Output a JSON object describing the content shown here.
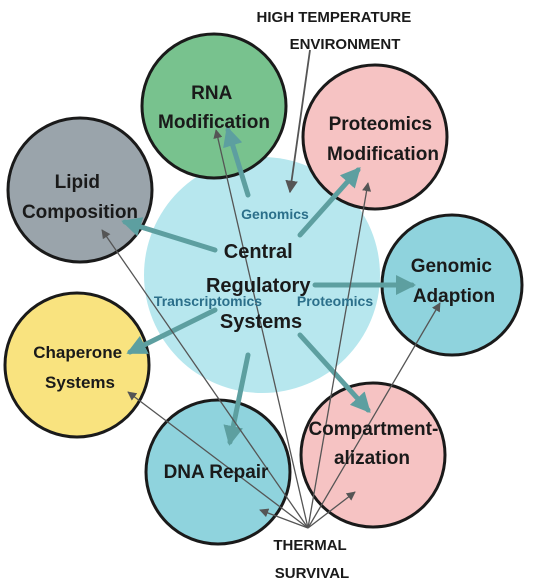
{
  "diagram": {
    "input": {
      "line1": "HIGH TEMPERATURE",
      "line2": "ENVIRONMENT"
    },
    "output": {
      "line1": "THERMAL",
      "line2": "SURVIVAL"
    },
    "center": {
      "line1": "Central",
      "line2": "Regulatory",
      "line3": "Systems"
    },
    "omics": {
      "genomics": "Genomics",
      "transcriptomics": "Transcriptomics",
      "proteomics": "Proteomics"
    },
    "nodes": {
      "rna_modification": {
        "line1": "RNA",
        "line2": "Modification",
        "color": "#78c28e"
      },
      "proteomics_modification": {
        "line1": "Proteomics",
        "line2": "Modification",
        "color": "#f6c3c3"
      },
      "lipid_composition": {
        "line1": "Lipid",
        "line2": "Composition",
        "color": "#9aa4ab"
      },
      "genomic_adaption": {
        "line1": "Genomic",
        "line2": "Adaption",
        "color": "#8fd3dd"
      },
      "chaperone_systems": {
        "line1": "Chaperone",
        "line2": "Systems",
        "color": "#f9e37f"
      },
      "dna_repair": {
        "line1": "DNA Repair",
        "color": "#8fd3dd"
      },
      "compartmentalization": {
        "line1": "Compartment-",
        "line2": "alization",
        "color": "#f6c3c3"
      }
    },
    "colors": {
      "center_fill": "#b7e7ee",
      "circle_stroke": "#1a1a1a",
      "thick_arrow": "#5d9fa0",
      "thin_arrow": "#555555"
    }
  }
}
